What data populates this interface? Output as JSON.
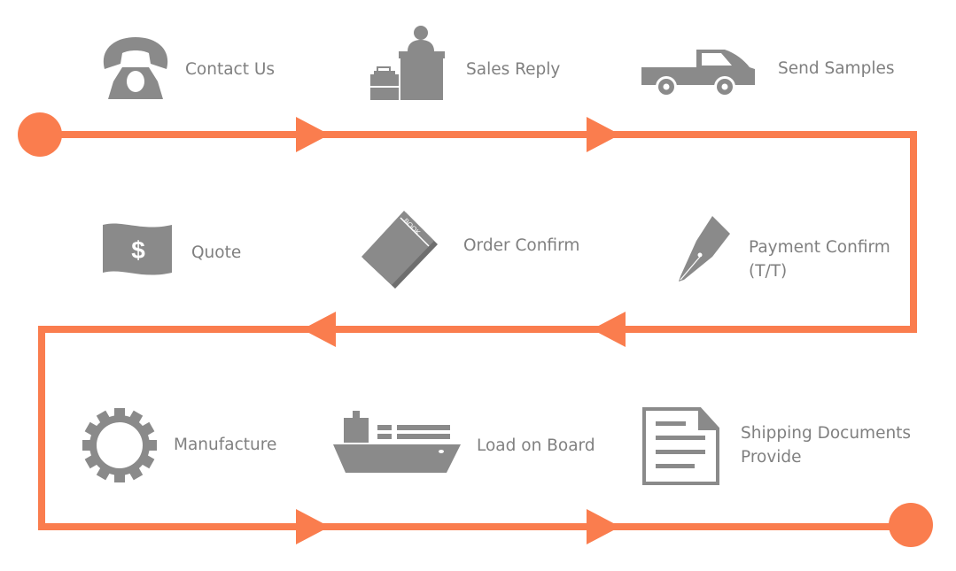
{
  "colors": {
    "flow": "#FA7D4E",
    "icon": "#8A8A8A",
    "text": "#808080",
    "background": "#FFFFFF"
  },
  "steps": [
    {
      "order": 1,
      "label": "Contact Us",
      "icon": "telephone-icon"
    },
    {
      "order": 2,
      "label": "Sales Reply",
      "icon": "salesperson-desk-icon"
    },
    {
      "order": 3,
      "label": "Send Samples",
      "icon": "pickup-truck-icon"
    },
    {
      "order": 4,
      "label_line1": "Payment Confirm",
      "label_line2": "(T/T)",
      "icon": "fountain-pen-icon"
    },
    {
      "order": 5,
      "label": "Order Confirm",
      "icon": "book-icon",
      "icon_text": "BOOK"
    },
    {
      "order": 6,
      "label": "Quote",
      "icon": "dollar-banknote-icon",
      "icon_text": "$"
    },
    {
      "order": 7,
      "label": "Manufacture",
      "icon": "gear-icon"
    },
    {
      "order": 8,
      "label": "Load on Board",
      "icon": "cargo-ship-icon"
    },
    {
      "order": 9,
      "label_line1": "Shipping Documents",
      "label_line2": "Provide",
      "icon": "document-icon"
    }
  ]
}
